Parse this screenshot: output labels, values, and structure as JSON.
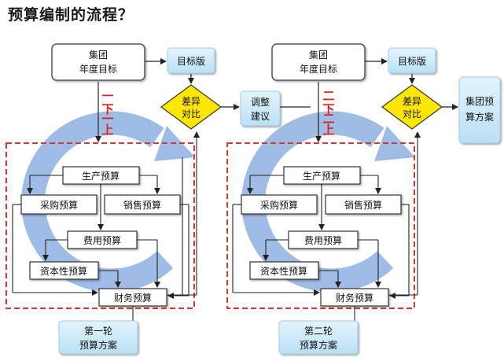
{
  "title": "预算编制的流程？",
  "left": {
    "group_line1": "集团",
    "group_line2": "年度目标",
    "target_version": "目标版",
    "diff_line1": "差异",
    "diff_line2": "对比",
    "down_up": [
      "一",
      "下",
      "一",
      "上"
    ],
    "production": "生产预算",
    "purchase": "采购预算",
    "sales": "销售预算",
    "expense": "费用预算",
    "capital": "资本性预算",
    "finance": "财务预算",
    "result_line1": "第一轮",
    "result_line2": "预算方案"
  },
  "adjust_line1": "调整",
  "adjust_line2": "建议",
  "right": {
    "group_line1": "集团",
    "group_line2": "年度目标",
    "target_version": "目标版",
    "diff_line1": "差异",
    "diff_line2": "对比",
    "down_up": [
      "二",
      "下",
      "二",
      "上"
    ],
    "production": "生产预算",
    "purchase": "采购预算",
    "sales": "销售预算",
    "expense": "费用预算",
    "capital": "资本性预算",
    "finance": "财务预算",
    "result_line1": "第二轮",
    "result_line2": "预算方案"
  },
  "final_line1": "集团预",
  "final_line2": "算方案",
  "colors": {
    "dashed_border": "#d43a2f",
    "diamond_fill": "#ffe600",
    "blue_box": "#cfeaf8",
    "circle_arrow": "#6e9bd8",
    "red_text": "#e0211b"
  }
}
